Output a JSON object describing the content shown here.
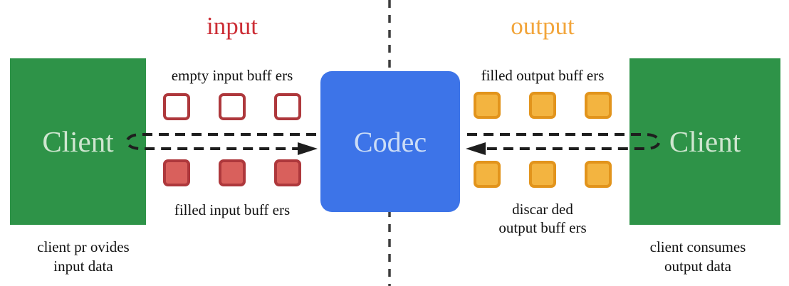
{
  "header": {
    "input_label": "input",
    "output_label": "output"
  },
  "left_client": {
    "label": "Client",
    "caption": [
      "client pr ovides",
      "input data"
    ]
  },
  "right_client": {
    "label": "Client",
    "caption": [
      "client consumes",
      "output data"
    ]
  },
  "codec": {
    "label": "Codec"
  },
  "input_buffers": {
    "empty_label": "empty input buff ers",
    "empty_count": 3,
    "filled_label": "filled input buff ers",
    "filled_count": 3
  },
  "output_buffers": {
    "filled_label": "filled output buff ers",
    "filled_count": 3,
    "discarded_label": [
      "discar ded",
      "output buff ers"
    ],
    "discarded_count": 3
  },
  "colors": {
    "green": "#2e9348",
    "green-text": "#cfe6d0",
    "blue": "#3d74e8",
    "blue-text": "#ccddf6",
    "red": "#cc2d35",
    "red-border": "#ae383c",
    "red-fill": "#d9605c",
    "orange": "#f2a53b",
    "orange-border": "#e2941c",
    "orange-fill": "#f3b440",
    "arrow": "#1e1e1e",
    "divider": "#3c3c3c",
    "caption": "#111111"
  }
}
